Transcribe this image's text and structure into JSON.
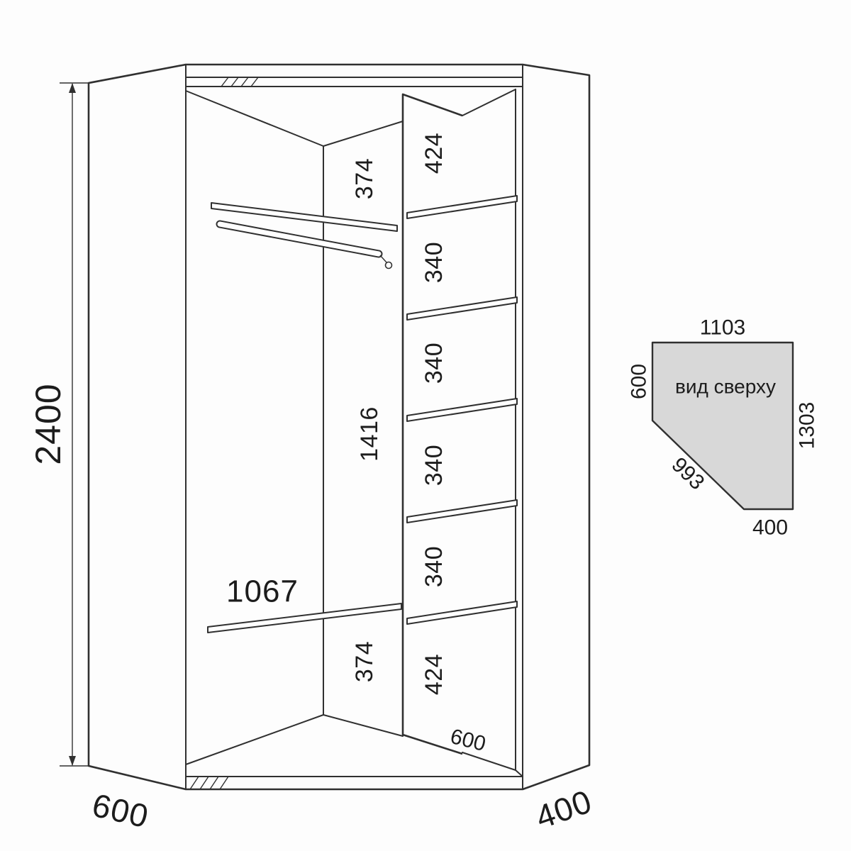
{
  "title": "Corner wardrobe dimensional drawing",
  "front_view": {
    "overall_height": "2400",
    "left_depth": "600",
    "right_depth": "400",
    "top_gap": "374",
    "hanging_height": "1416",
    "bottom_gap": "374",
    "shelf_width": "1067",
    "floor_depth": "600",
    "compartments": [
      "424",
      "340",
      "340",
      "340",
      "340",
      "424"
    ]
  },
  "top_view": {
    "caption": "вид сверху",
    "top_width": "1103",
    "left_side": "600",
    "right_side": "1303",
    "diagonal_front": "993",
    "bottom_width": "400",
    "fill": "#d8d8d8"
  },
  "colors": {
    "line": "#303030",
    "text": "#1c1c1c",
    "top_view_fill": "#d8d8d8"
  }
}
